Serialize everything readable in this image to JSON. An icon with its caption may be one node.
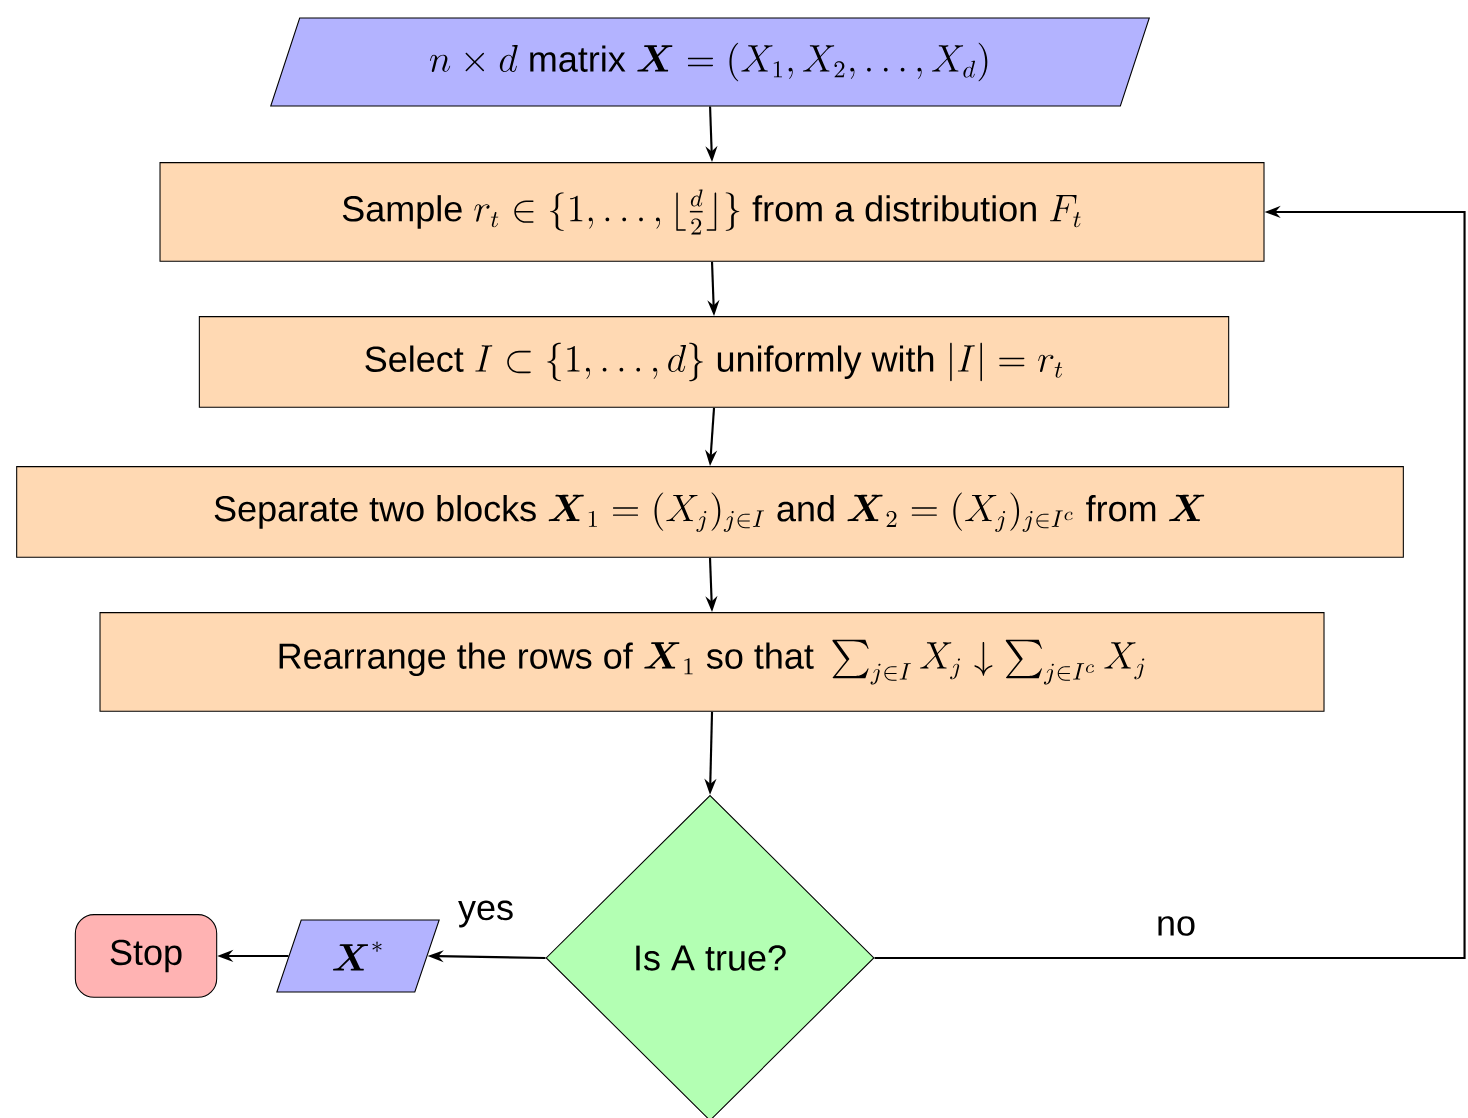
{
  "diagram": {
    "nodes": [
      {
        "text": [
          "n \\times d \\text{ matrix } \\boldsymbol{X} = (X_1, X_2, \\ldots, X_d)"
        ]
      },
      {
        "text": [
          "\\text{Sample } r_t \\in \\{1, \\ldots, \\lfloor \\tfrac{d}{2} \\rfloor\\} \\text{ from a distribution } F_t"
        ]
      },
      {
        "text": [
          "\\text{Select } I \\subset \\{1, \\ldots, d\\} \\text{ uniformly with } |I| = r_t"
        ]
      },
      {
        "text": [
          "\\text{Separate two blocks } \\boldsymbol{X}_1 = (X_j)_{j \\in I} \\text{ and } \\boldsymbol{X}_2 = (X_j)_{j \\in I^c} \\text{ from } \\boldsymbol{X}"
        ]
      },
      {
        "text": [
          "\\text{Rearrange the rows of } \\boldsymbol{X}_1 \\text{ so that } \\sum_{j \\in I} X_j \\downarrow \\sum_{j \\in I^c} X_j"
        ]
      },
      {
        "text": [
          "Is A true?"
        ]
      },
      {
        "text": [
          "\\boldsymbol{X}^*"
        ]
      },
      {
        "text": [
          "Stop"
        ]
      }
    ],
    "edges": [
      {
        "from": 0,
        "to": 1,
        "arrow": "to"
      },
      {
        "from": 1,
        "to": 2,
        "arrow": "to"
      },
      {
        "from": 2,
        "to": 3,
        "arrow": "to"
      },
      {
        "from": 3,
        "to": 4,
        "arrow": "to"
      },
      {
        "from": 4,
        "to": 5,
        "arrow": "to"
      },
      {
        "from": 5,
        "to": 6,
        "label": "yes",
        "arrow": "to"
      },
      {
        "from": 6,
        "to": 7,
        "arrow": "to"
      },
      {
        "from": 5,
        "to": 1,
        "label": "no",
        "arrow": "to"
      }
    ]
  }
}
